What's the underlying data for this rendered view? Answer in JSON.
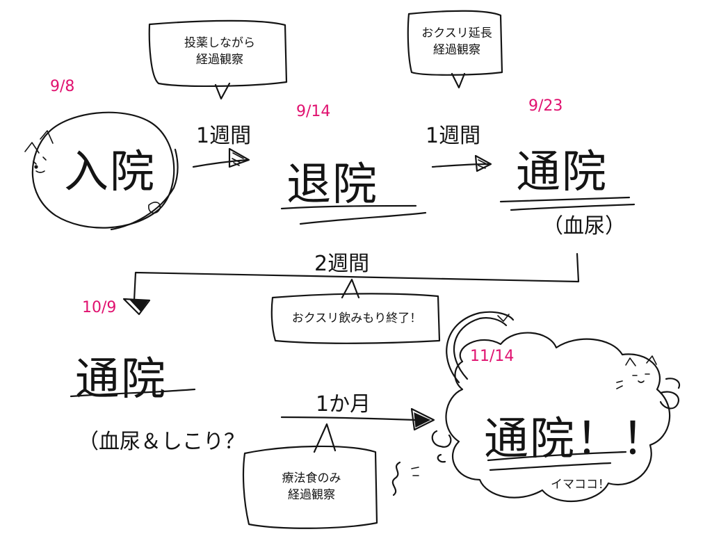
{
  "colors": {
    "ink": "#141414",
    "date": "#e0116f",
    "background": "#ffffff"
  },
  "nodes": [
    {
      "id": "admission",
      "date": "9/8",
      "label": "入院"
    },
    {
      "id": "discharge",
      "date": "9/14",
      "label": "退院"
    },
    {
      "id": "visit1",
      "date": "9/23",
      "label": "通院",
      "sub": "（血尿）"
    },
    {
      "id": "visit2",
      "date": "10/9",
      "label": "通院",
      "sub": "（血尿＆しこり？"
    },
    {
      "id": "visit3",
      "date": "11/14",
      "label": "通院！！",
      "note": "イマココ！"
    }
  ],
  "edges": [
    {
      "from": "admission",
      "to": "discharge",
      "label": "1週間"
    },
    {
      "from": "discharge",
      "to": "visit1",
      "label": "1週間"
    },
    {
      "from": "visit1",
      "to": "visit2",
      "label": "2週間"
    },
    {
      "from": "visit2",
      "to": "visit3",
      "label": "1か月"
    }
  ],
  "bubbles": [
    {
      "line1": "投薬しながら",
      "line2": "経過観察"
    },
    {
      "line1": "おクスリ延長",
      "line2": "経過観察"
    },
    {
      "line1": "おクスリ飲みもり終了！",
      "line2": ""
    },
    {
      "line1": "療法食のみ",
      "line2": "経過観察"
    }
  ],
  "icons": [
    "cat-icon",
    "cat-tail-icon",
    "cat-paw-icon",
    "cat-face-icon",
    "sigh-icon"
  ]
}
